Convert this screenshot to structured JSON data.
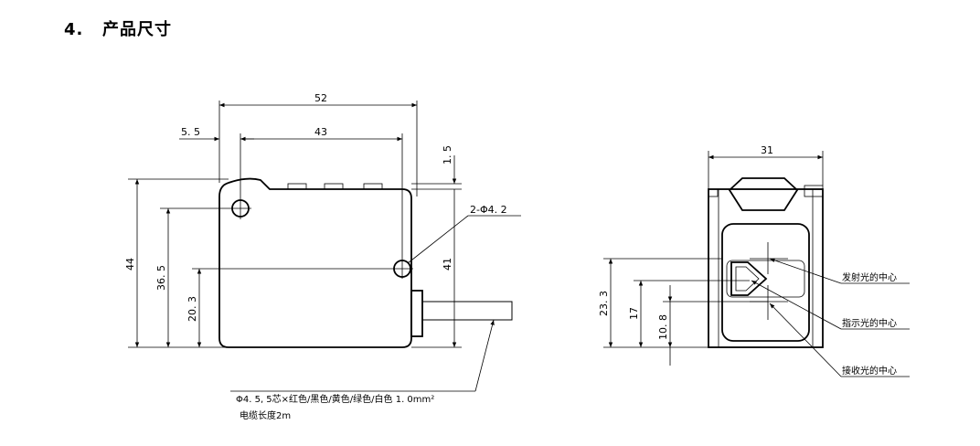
{
  "section": {
    "number": "4.",
    "title": "产品尺寸"
  },
  "side_view": {
    "dim_width_overall": "52",
    "dim_hole_spacing": "43",
    "dim_hole_offset": "5. 5",
    "dim_top_step": "1. 5",
    "dim_height_overall": "44",
    "dim_height_upper_hole": "36. 5",
    "dim_height_lower_hole": "20. 3",
    "dim_height_body": "41",
    "hole_callout": "2-Φ4. 2",
    "cable_spec": "Φ4. 5, 5芯×红色/黑色/黄色/绿色/白色 1. 0mm²",
    "cable_length": "电缆长度2m"
  },
  "front_view": {
    "dim_width": "31",
    "dim_emitter_height": "23. 3",
    "dim_indicator_height": "17",
    "dim_receiver_height": "10. 8",
    "label_emitter": "发射光的中心",
    "label_indicator": "指示光的中心",
    "label_receiver": "接收光的中心"
  }
}
